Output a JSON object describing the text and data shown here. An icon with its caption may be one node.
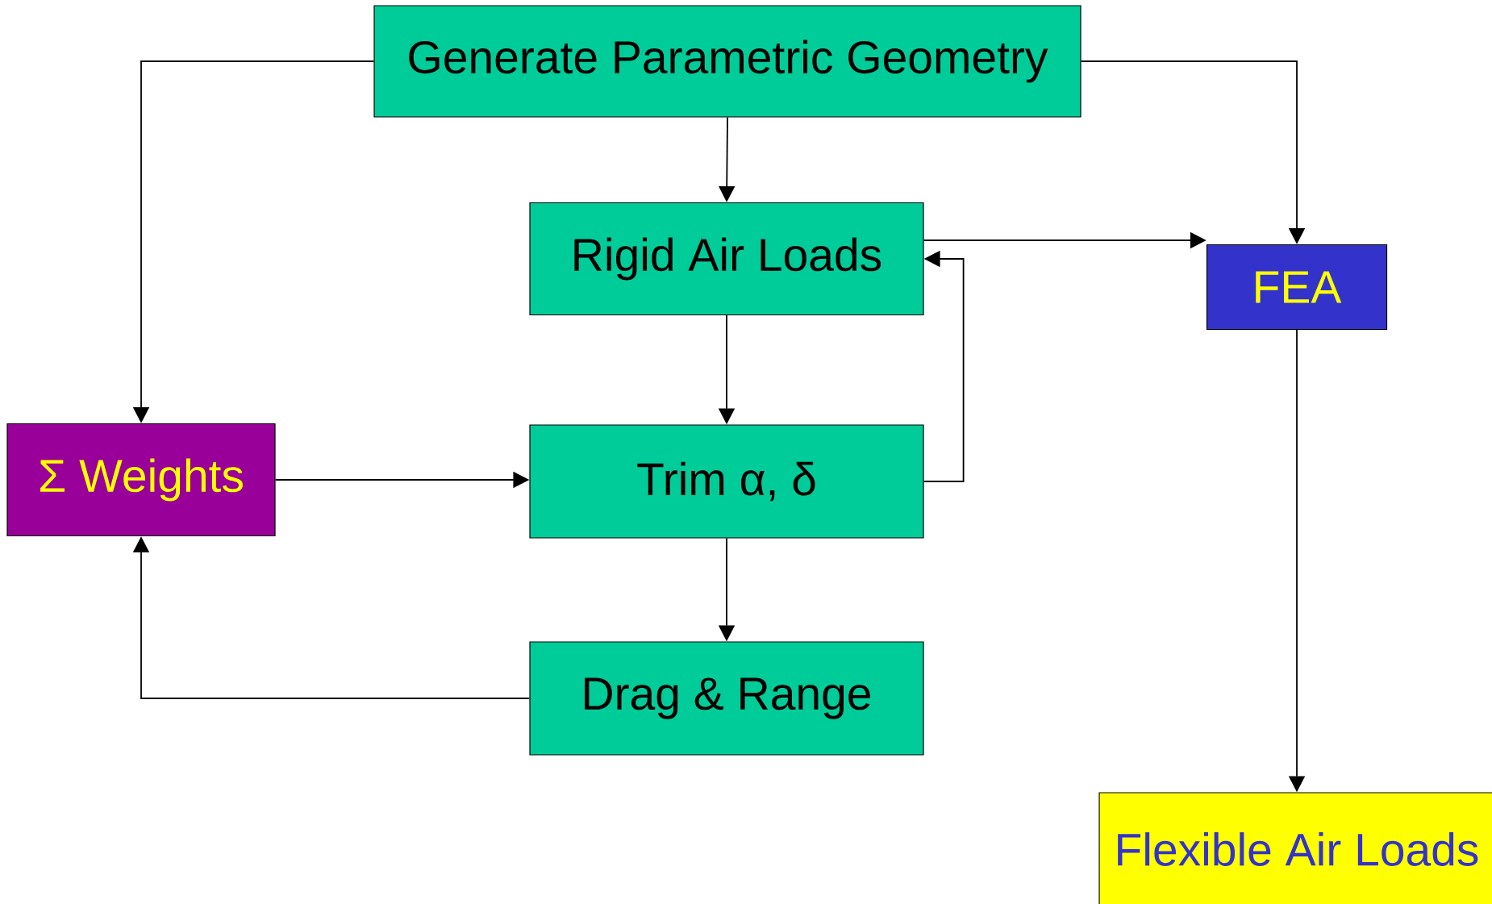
{
  "diagram": {
    "nodes": [
      {
        "text": [
          "Generate Parametric Geometry"
        ]
      },
      {
        "text": [
          "Rigid Air Loads"
        ]
      },
      {
        "text": [
          "FEA"
        ]
      },
      {
        "text": [
          "Σ Weights"
        ]
      },
      {
        "text": [
          "Trim α, δ"
        ]
      },
      {
        "text": [
          "Drag & Range"
        ]
      },
      {
        "text": [
          "Flexible Air Loads"
        ]
      }
    ],
    "edges": [
      {
        "from": 0,
        "to": 1,
        "arrow": "to"
      },
      {
        "from": 0,
        "to": 3,
        "arrow": "to"
      },
      {
        "from": 0,
        "to": 2,
        "arrow": "to"
      },
      {
        "from": 1,
        "to": 2,
        "arrow": "to"
      },
      {
        "from": 1,
        "to": 4,
        "arrow": "to"
      },
      {
        "from": 4,
        "to": 1,
        "arrow": "to"
      },
      {
        "from": 3,
        "to": 4,
        "arrow": "to"
      },
      {
        "from": 4,
        "to": 5,
        "arrow": "to"
      },
      {
        "from": 5,
        "to": 3,
        "arrow": "to"
      },
      {
        "from": 2,
        "to": 6,
        "arrow": "to"
      }
    ]
  }
}
